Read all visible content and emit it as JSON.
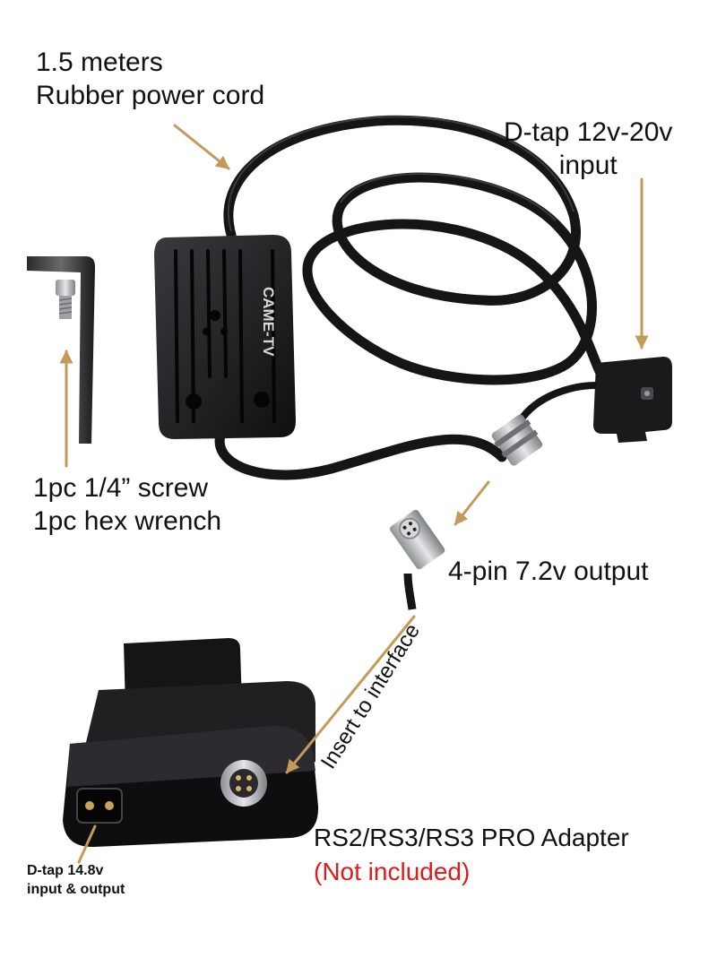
{
  "labels": {
    "cord_line1": "1.5 meters",
    "cord_line2": "Rubber power cord",
    "dtap_line1": "D-tap 12v-20v",
    "dtap_line2": "input",
    "screw_line1": "1pc 1/4” screw",
    "screw_line2": "1pc hex wrench",
    "output": "4-pin 7.2v output",
    "insert": "Insert to interface",
    "adapter": "RS2/RS3/RS3 PRO Adapter",
    "not_included": "(Not included)",
    "dtap148_line1": "D-tap 14.8v",
    "dtap148_line2": "input & output"
  },
  "brand_mark": "CAME-TV",
  "colors": {
    "arrow": "#c49a5a",
    "note": "#e01b1b",
    "text": "#111111",
    "device": "#1c1c1e",
    "cable": "#151515",
    "metal": "#b9bcc0"
  }
}
